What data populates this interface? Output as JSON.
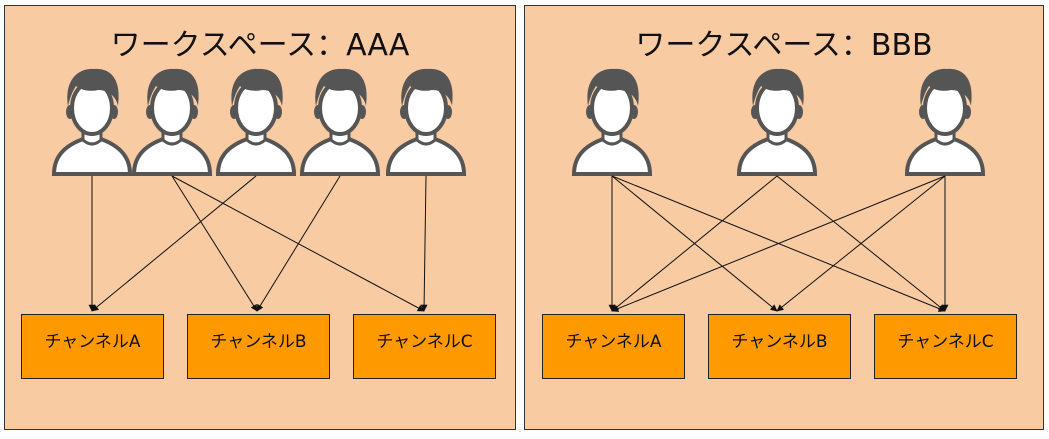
{
  "workspaces": [
    {
      "title": "ワークスペース：AAA",
      "users": 5,
      "channels": [
        "チャンネルA",
        "チャンネルB",
        "チャンネルC"
      ],
      "links": [
        [
          0,
          0
        ],
        [
          1,
          1
        ],
        [
          1,
          2
        ],
        [
          2,
          0
        ],
        [
          3,
          1
        ],
        [
          4,
          2
        ]
      ]
    },
    {
      "title": "ワークスペース：BBB",
      "users": 3,
      "channels": [
        "チャンネルA",
        "チャンネルB",
        "チャンネルC"
      ],
      "links": [
        [
          0,
          0
        ],
        [
          0,
          1
        ],
        [
          0,
          2
        ],
        [
          1,
          0
        ],
        [
          1,
          2
        ],
        [
          2,
          0
        ],
        [
          2,
          1
        ],
        [
          2,
          2
        ]
      ]
    }
  ],
  "icons": {
    "user": "person-silhouette-icon"
  },
  "colors": {
    "panel": "#f8cba2",
    "channel": "#ff9900",
    "icon_fill": "#555555",
    "icon_bg": "#ffffff"
  }
}
